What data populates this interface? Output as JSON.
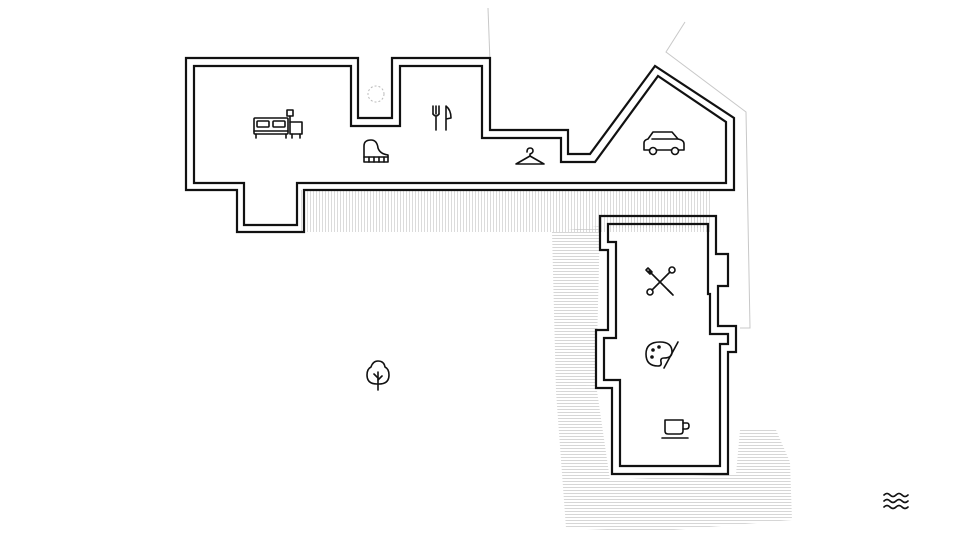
{
  "diagram": {
    "type": "floor-plan",
    "rooms": [
      {
        "key": "bedroom",
        "icon": "bed-icon"
      },
      {
        "key": "music",
        "icon": "piano-icon"
      },
      {
        "key": "dining",
        "icon": "fork-knife-icon"
      },
      {
        "key": "wardrobe",
        "icon": "hanger-icon"
      },
      {
        "key": "garage",
        "icon": "car-icon"
      },
      {
        "key": "workshop",
        "icon": "tools-icon"
      },
      {
        "key": "studio",
        "icon": "palette-icon"
      },
      {
        "key": "cafe",
        "icon": "coffee-cup-icon"
      }
    ],
    "landscape": [
      {
        "key": "garden",
        "icon": "tree-icon"
      },
      {
        "key": "courtyard-shrub",
        "icon": "shrub-icon"
      },
      {
        "key": "water",
        "icon": "water-waves-icon"
      }
    ],
    "colors": {
      "walls": "#111111",
      "hatch": "#bdbdbd",
      "background": "#ffffff"
    }
  }
}
